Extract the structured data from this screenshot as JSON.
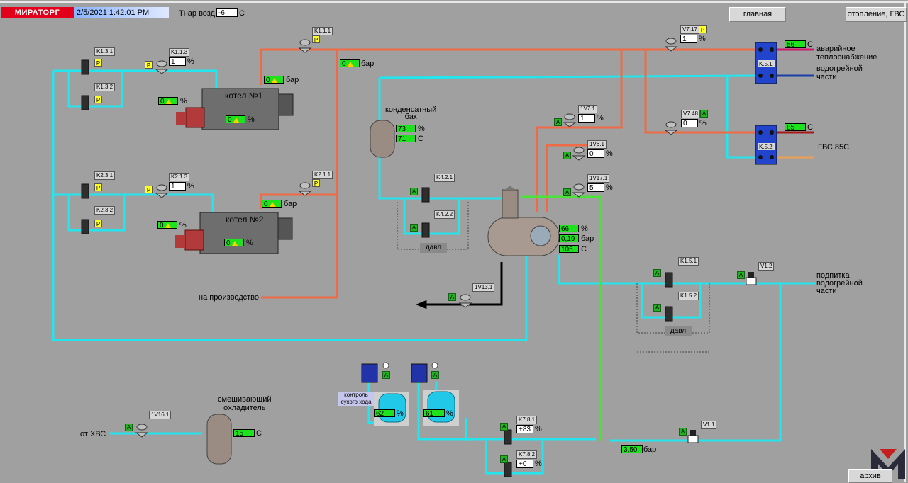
{
  "header": {
    "brand": "МИРАТОРГ",
    "datetime": "2/5/2021 1:42:01 PM",
    "tnar_label": "Тнар возд:",
    "tnar_value": "-6",
    "tnar_unit": "С",
    "btn_main": "главная",
    "btn_heating": "отопление, ГВС",
    "btn_archive": "архив"
  },
  "units": {
    "percent": "%",
    "bar": "бар",
    "c": "С"
  },
  "modes": {
    "p": "P",
    "a": "A"
  },
  "boilers": [
    {
      "name": "котел №1",
      "left_pct": "0",
      "pct": "0",
      "bar": "0"
    },
    {
      "name": "котел №2",
      "left_pct": "0",
      "pct": "0",
      "bar": "0"
    }
  ],
  "pumps": {
    "k131": "K1.3.1",
    "k132": "K1.3.2",
    "k231": "K2.3.1",
    "k232": "K2.3.2",
    "k421": "K4.2.1",
    "k422": "K4.2.2",
    "k151": "K1.5.1",
    "k152": "K1.5.2",
    "k781": "K7.8.1",
    "k782": "K7.8.2"
  },
  "valves": {
    "k113": {
      "label": "K1.1.3",
      "value": "1"
    },
    "k213": {
      "label": "K2.1.3",
      "value": "1"
    },
    "k111": {
      "label": "K1.1.1"
    },
    "k211": {
      "label": "K2.1.1"
    },
    "v717": {
      "label": "V7.17",
      "value": "1"
    },
    "v748": {
      "label": "V7.48",
      "value": "0"
    },
    "v171": {
      "label": "1V7.1",
      "value": "1"
    },
    "v161": {
      "label": "1V6.1",
      "value": "0"
    },
    "v1171": {
      "label": "1V17.1",
      "value": "5"
    },
    "v1131": {
      "label": "1V13.1"
    },
    "v1161": {
      "label": "1V16.1"
    },
    "v12": {
      "label": "V1.2"
    },
    "v11": {
      "label": "V1.1"
    }
  },
  "main_pressure": "0",
  "heat_exchangers": {
    "k51": {
      "label": "K.5.1",
      "temp": "56"
    },
    "k52": {
      "label": "K.5.2",
      "temp": "85"
    }
  },
  "labels": {
    "emergency": "аварийное\nтеплоснабжение",
    "water_heating": "водогрейной\nчасти",
    "gvs85": "ГВС 85С",
    "condensate": "конденсатный\nбак",
    "production": "на производство",
    "makeup": "подпитка\nводогрейной\nчасти",
    "davl": "давл",
    "davl2": "давл",
    "dry_run": "контроль\nсухого хода",
    "mixing": "смешивающий\nохладитель",
    "from_hvs": "от ХВС"
  },
  "condensate_tank": {
    "pct": "73",
    "temp": "71"
  },
  "deaerator": {
    "pct": "66",
    "bar": "0,19",
    "temp": "105"
  },
  "filters": [
    {
      "pct": "62"
    },
    {
      "pct": "61"
    }
  ],
  "mixer_temp": "15",
  "k781_value": "+83",
  "k782_value": "+0",
  "line_pressure": "3,50",
  "colors": {
    "background": "#a0a0a0",
    "cold": "#22e5ee",
    "hot": "#f06a45",
    "feed": "#4be23a",
    "brand": "#e3001b"
  }
}
